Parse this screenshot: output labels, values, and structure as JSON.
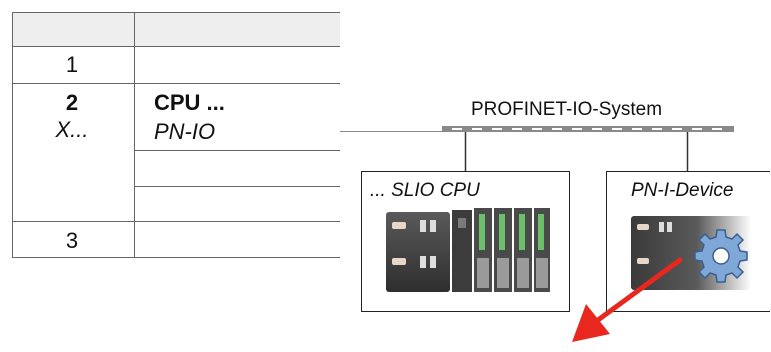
{
  "table": {
    "rows": [
      {
        "slot": "1",
        "label": ""
      },
      {
        "slot": "2",
        "label": "CPU ..."
      },
      {
        "slot": "X...",
        "label": "PN-IO"
      },
      {
        "slot": "3",
        "label": ""
      }
    ]
  },
  "network": {
    "bus_label": "PROFINET-IO-System"
  },
  "modules": {
    "cpu_label": "... SLIO CPU",
    "device_label": "PN-I-Device"
  },
  "colors": {
    "arrow": "#e8281e",
    "bus": "#8a8a8a",
    "header_fill": "#eeeeee"
  }
}
